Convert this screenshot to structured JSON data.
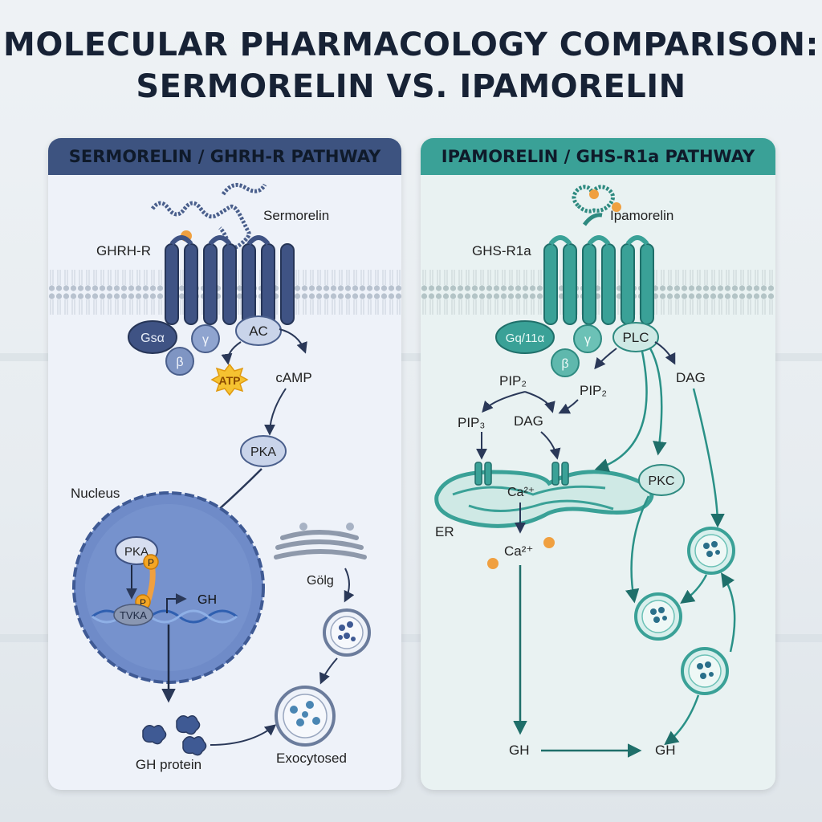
{
  "title_line1": "MOLECULAR PHARMACOLOGY COMPARISON:",
  "title_line2": "SERMORELIN VS. IPAMORELIN",
  "left": {
    "header": "SERMORELIN / GHRH-R PATHWAY",
    "ligand": "Sermorelin",
    "receptor": "GHRH-R",
    "g_alpha": "Gsα",
    "g_beta": "β",
    "g_gamma": "γ",
    "effector": "AC",
    "substrate": "ATP",
    "messenger": "cAMP",
    "kinase": "PKA",
    "nucleus": "Nucleus",
    "nuclear_kinase": "PKA",
    "phospho": "P",
    "tf": "TVKA",
    "gene": "GH",
    "golgi": "Gölg",
    "protein": "GH protein",
    "exocytosis": "Exocytosed"
  },
  "right": {
    "header": "IPAMORELIN / GHS-R1a PATHWAY",
    "ligand": "Ipamorelin",
    "receptor": "GHS-R1a",
    "g_alpha": "Gq/11α",
    "g_beta": "β",
    "g_gamma": "γ",
    "effector": "PLC",
    "pip2_a": "PIP₂",
    "pip2_b": "PIP₂",
    "pip3": "PIP₃",
    "dag_a": "DAG",
    "dag_b": "DAG",
    "er": "ER",
    "ca_er": "Ca²⁺",
    "ca": "Ca²⁺",
    "pkc": "PKC",
    "gh_a": "GH",
    "gh_b": "GH"
  },
  "colors": {
    "left_accent": "#3d5380",
    "right_accent": "#3aa197",
    "title": "#172235"
  }
}
